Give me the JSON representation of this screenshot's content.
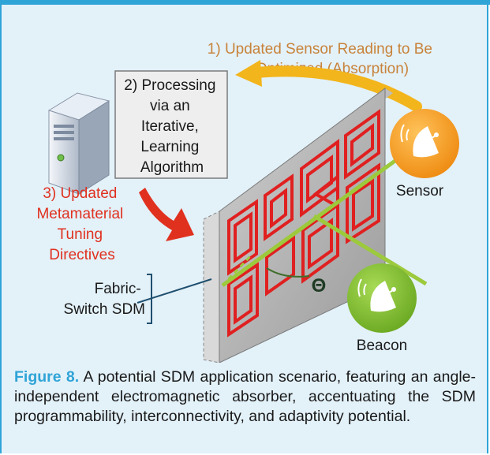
{
  "diagram": {
    "step1_text": [
      "1) Updated Sensor Reading to Be",
      "Optimized (Absorption)"
    ],
    "step2_text": [
      "2) Processing",
      "via an",
      "Iterative,",
      "Learning",
      "Algorithm"
    ],
    "step3_text": [
      "3) Updated",
      "Metamaterial",
      "Tuning",
      "Directives"
    ],
    "fabric_label": [
      "Fabric-",
      "Switch SDM"
    ],
    "sensor_label": "Sensor",
    "beacon_label": "Beacon",
    "angle_symbol": "Θ",
    "colors": {
      "step1": "#c8833a",
      "step3": "#e0311f",
      "frame": "#2fa4d7",
      "background": "#e3f1f9",
      "green_path": "#9cca3c",
      "sensor_orange": "#f29a1e",
      "beacon_green": "#7dbb2d",
      "arrow_gold": "#f3b51c",
      "arrow_red": "#e0311f",
      "pattern_red": "#e02020"
    },
    "icons": [
      "server-icon",
      "satellite-dish-icon"
    ]
  },
  "caption": {
    "figure_label": "Figure 8.",
    "text": " A potential SDM application scenario, featuring an angle-independent electromagnetic absorber, accentuating the SDM programmability, interconnectivity, and adaptivity potential."
  }
}
